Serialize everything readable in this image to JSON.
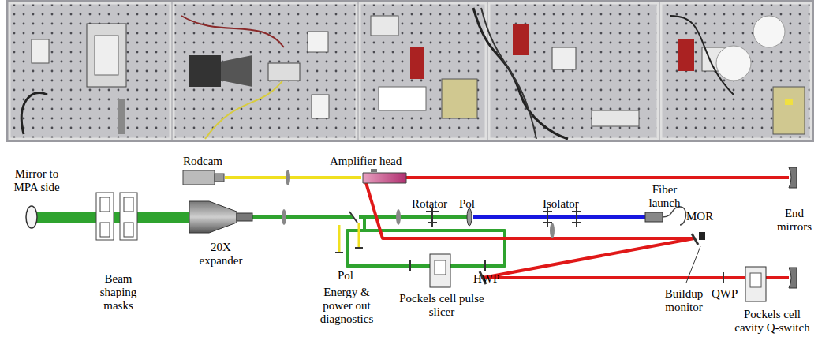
{
  "diagram": {
    "labels": [
      "Rodcam",
      "Amplifier head",
      "Mirror to MPA side",
      "Rotator",
      "Pol",
      "Isolator",
      "Fiber launch",
      "MOR",
      "End mirrors",
      "20X expander",
      "Pol",
      "Buildup monitor",
      "Beam shaping masks",
      "Energy & power out diagnostics",
      "Pockels cell pulse slicer",
      "HWP",
      "QWP",
      "Pockels cell cavity Q-switch"
    ]
  }
}
